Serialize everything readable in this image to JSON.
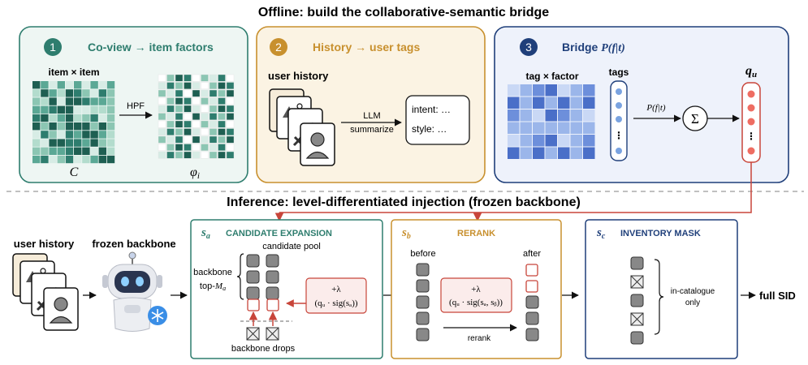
{
  "titles": {
    "offline": "Offline: build the collaborative-semantic bridge",
    "inference": "Inference: level-differentiated injection (frozen backbone)"
  },
  "panel1": {
    "num": "1",
    "title": "Co-view → item factors",
    "matrix_label": "item × item",
    "arrow_label": "HPF",
    "c_label": "C",
    "phi_label": "φ",
    "phi_sub": "i"
  },
  "panel2": {
    "num": "2",
    "title": "History → user tags",
    "history_label": "user history",
    "llm": "LLM",
    "summarize": "summarize",
    "intent": "intent: …",
    "style": "style: …"
  },
  "panel3": {
    "num": "3",
    "title_prefix": "Bridge ",
    "title_math": "P(f|t)",
    "tag_factor": "tag × factor",
    "tags": "tags",
    "arrow_label": "P(f|t)",
    "sum": "Σ",
    "qu": "q",
    "qu_sub": "u"
  },
  "inference": {
    "user_history": "user history",
    "frozen_backbone": "frozen backbone",
    "full_sid": "full SID"
  },
  "stage_a": {
    "sym": "s",
    "sub": "a",
    "title": "CANDIDATE EXPANSION",
    "pool": "candidate pool",
    "backbone": "backbone",
    "top": "top-",
    "top_m": "M",
    "top_sub": "a",
    "formula1": "+λ",
    "formula2": "(qᵤ · sig(sₐ))",
    "drops": "backbone drops"
  },
  "stage_b": {
    "sym": "s",
    "sub": "b",
    "title": "RERANK",
    "before": "before",
    "after": "after",
    "formula1": "+λ",
    "formula2": "(qᵤ · sig(sₐ, sᵦ))",
    "rerank": "rerank"
  },
  "stage_c": {
    "sym": "s",
    "sub": "c",
    "title": "INVENTORY MASK",
    "label1": "in-catalogue",
    "label2": "only"
  },
  "colors": {
    "green": "#2e7d6e",
    "green_bg": "#eef6f3",
    "orange": "#c8902e",
    "orange_bg": "#fbf3e3",
    "blue": "#1f3f7a",
    "blue_bg": "#eef2fb",
    "red": "#c8453a",
    "red_bg": "#fbeceb",
    "gray": "#888888"
  }
}
